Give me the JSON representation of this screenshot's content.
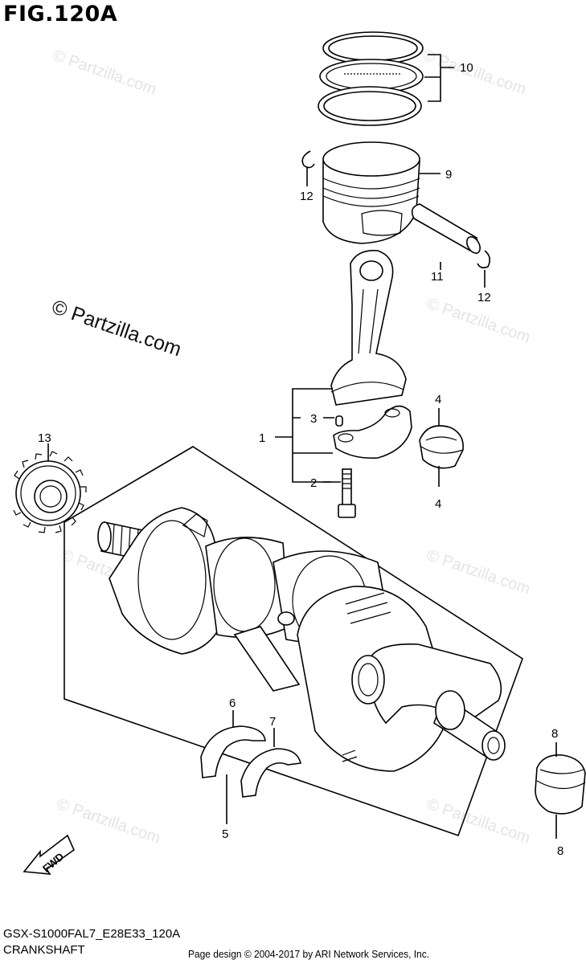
{
  "figure": {
    "title": "FIG.120A",
    "model_code": "GSX-S1000FAL7_E28E33_120A",
    "section_name": "CRANKSHAFT",
    "credit": "Page design © 2004-2017 by ARI Network Services, Inc.",
    "fwd_label": "FWD"
  },
  "watermark": {
    "main": "© Partzilla.com",
    "repeat": "© Partzilla.com"
  },
  "callouts": [
    "10",
    "9",
    "12",
    "11",
    "12",
    "1",
    "3",
    "2",
    "4",
    "4",
    "13",
    "5",
    "6",
    "7",
    "8",
    "8"
  ]
}
